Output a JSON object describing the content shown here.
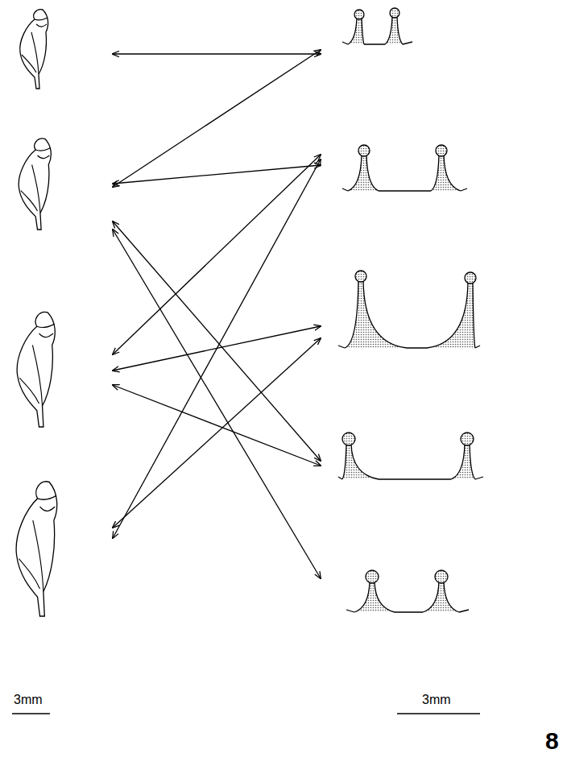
{
  "diagram": {
    "nodes": [
      {
        "text": []
      },
      {
        "text": []
      },
      {
        "text": []
      },
      {
        "text": []
      },
      {
        "text": []
      },
      {
        "text": []
      },
      {
        "text": []
      },
      {
        "text": []
      },
      {
        "text": []
      }
    ],
    "edges": [
      {
        "from": 0,
        "to": 4,
        "arrow": "both"
      },
      {
        "from": 1,
        "to": 4,
        "arrow": "both"
      },
      {
        "from": 1,
        "to": 5,
        "arrow": "both"
      },
      {
        "from": 1,
        "to": 7,
        "arrow": "both"
      },
      {
        "from": 1,
        "to": 8,
        "arrow": "both"
      },
      {
        "from": 2,
        "to": 5,
        "arrow": "both"
      },
      {
        "from": 2,
        "to": 6,
        "arrow": "both"
      },
      {
        "from": 2,
        "to": 7,
        "arrow": "both"
      },
      {
        "from": 3,
        "to": 5,
        "arrow": "both"
      },
      {
        "from": 3,
        "to": 6,
        "arrow": "both"
      }
    ],
    "labels": [
      "3mm",
      "3mm",
      "8"
    ]
  }
}
